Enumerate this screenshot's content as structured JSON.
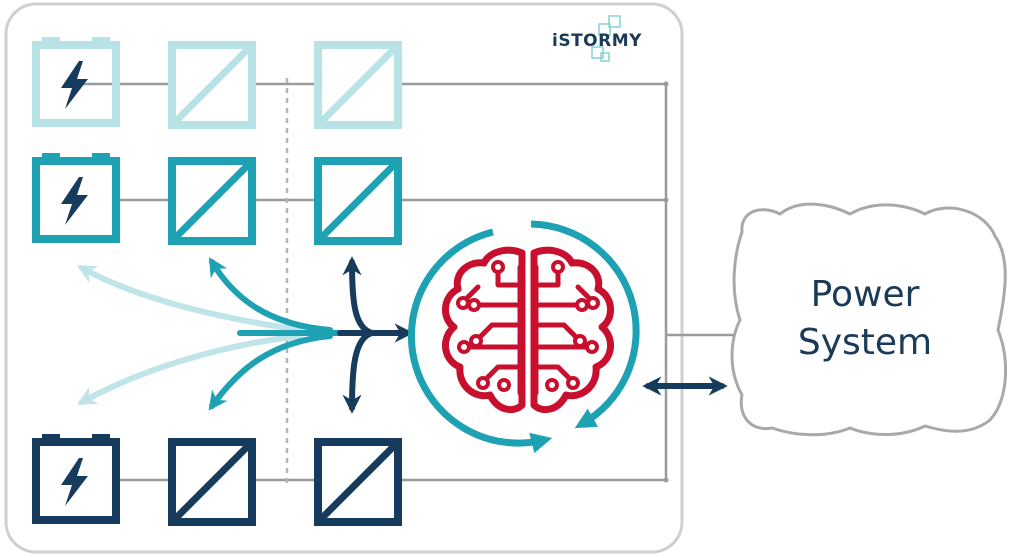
{
  "logo": {
    "text": "iSTORMY"
  },
  "power_system": {
    "line1": "Power",
    "line2": "System"
  },
  "icons": {
    "battery": "battery-bolt-icon",
    "converter": "power-converter-icon",
    "brain": "circuit-brain-icon"
  },
  "colors": {
    "row_light": "#b8e3e6",
    "row_mid": "#1ea2b3",
    "row_dark": "#163b5c",
    "arrow_light": "#bfe5e8",
    "brain_red": "#c8102e",
    "cycle_teal": "#1ea2b3",
    "frame": "#c9c9c9",
    "bus": "#9b9b9b"
  }
}
